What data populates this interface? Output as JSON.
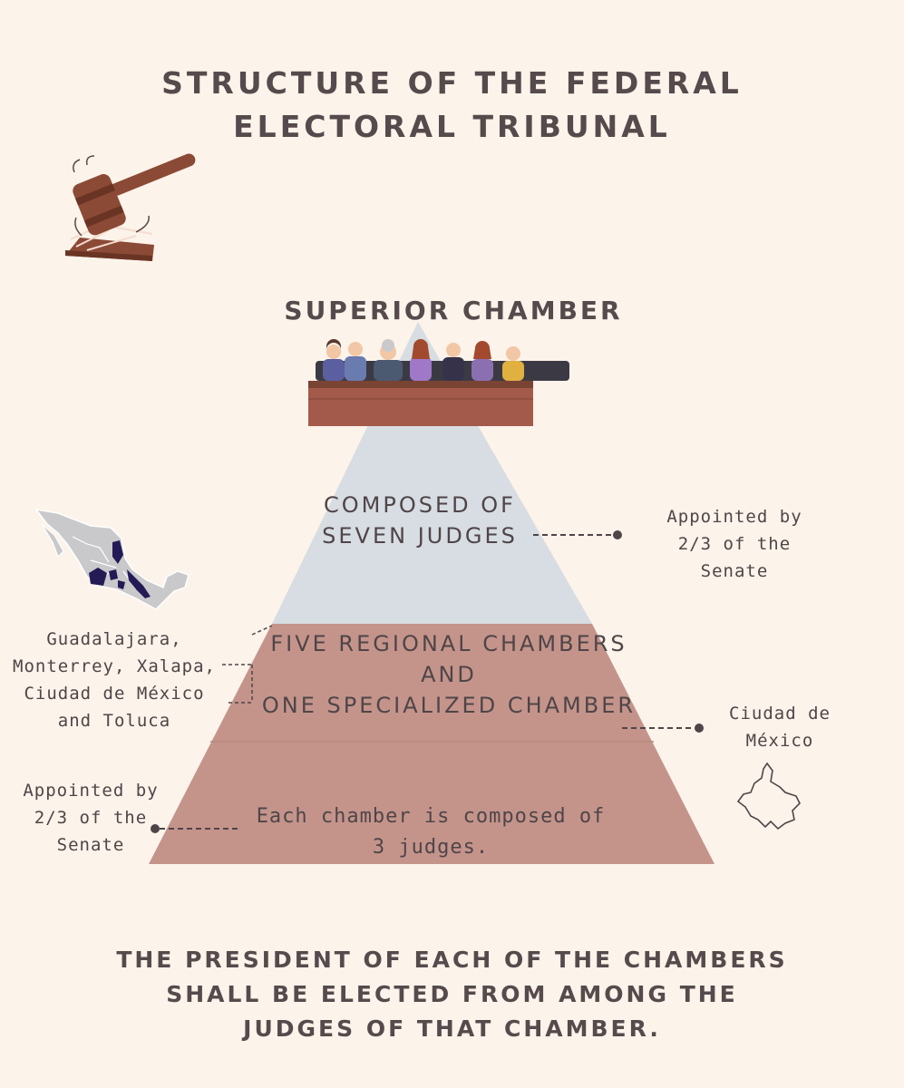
{
  "title": "Structure of the Federal Electoral Tribunal",
  "superior": {
    "heading": "SUPERIOR CHAMBER",
    "composition": "COMPOSED OF\nSEVEN JUDGES",
    "appointment": "Appointed by\n2/3 of the\nSenate"
  },
  "regional": {
    "heading": "FIVE REGIONAL CHAMBERS\nAND\nONE SPECIALIZED CHAMBER",
    "locations": "Guadalajara,\nMonterrey, Xalapa,\nCiudad de México\nand Toluca",
    "specialized_location": "Ciudad de\nMéxico",
    "composition": "Each chamber is composed of\n3 judges.",
    "appointment": "Appointed by\n2/3 of the\nSenate"
  },
  "footer": "THE PRESIDENT OF EACH OF THE CHAMBERS\nSHALL BE ELECTED FROM AMONG THE\nJUDGES OF THAT CHAMBER.",
  "colors": {
    "background": "#fcf3ea",
    "pyramid_top": "#d7dde2",
    "pyramid_bottom": "#c4948b",
    "bench": "#a35a4a",
    "gavel": "#8b4a35",
    "text": "#4f4548",
    "map_fill": "#c9c9cc",
    "map_highlight": "#241a55"
  },
  "icons": [
    "gavel-icon",
    "judges-bench-icon",
    "mexico-map-icon",
    "cdmx-outline-icon"
  ]
}
